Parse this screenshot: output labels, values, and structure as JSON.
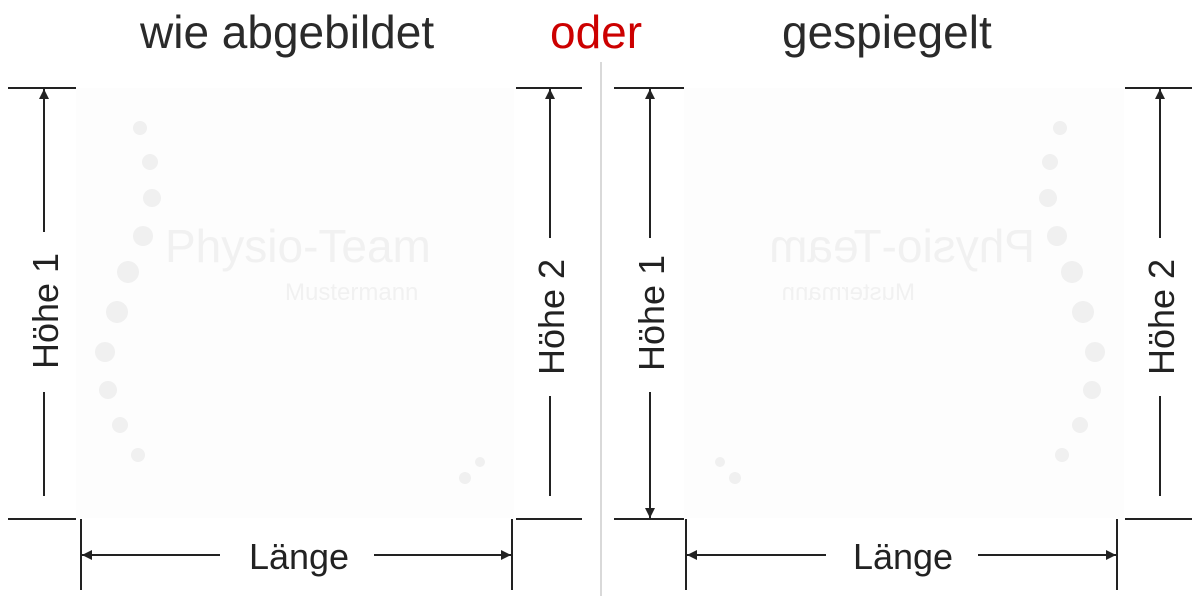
{
  "heading": {
    "left": "wie abgebildet",
    "middle": "oder",
    "right": "gespiegelt"
  },
  "labels": {
    "hoehe1": "Höhe 1",
    "hoehe2": "Höhe 2",
    "laenge": "Länge"
  },
  "watermark": {
    "brand": "Physio-Team",
    "sub": "Mustermann"
  },
  "colors": {
    "text": "#2a2a2a",
    "accent": "#cc0000",
    "line": "#222222",
    "divider": "#d9d9d9",
    "watermark": "#f1f1f1"
  }
}
